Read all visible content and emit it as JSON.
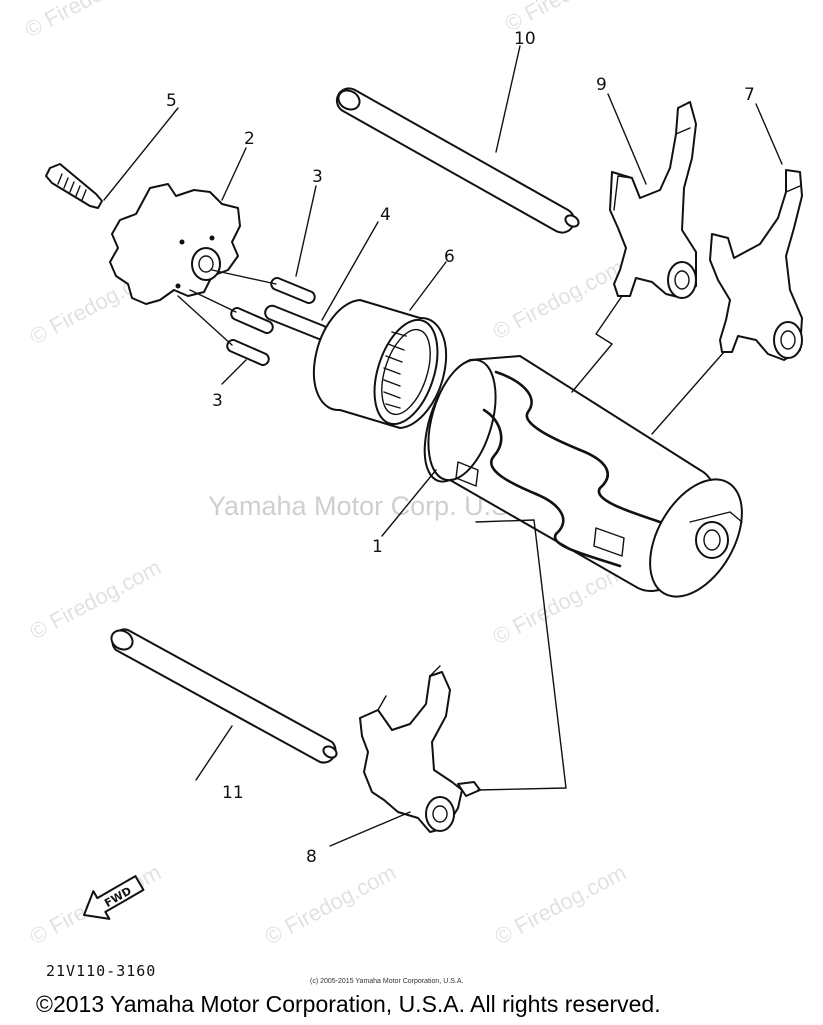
{
  "watermarks": {
    "top_left": "© Firedog.com",
    "top_right": "© Firedog.com",
    "left_mid": "© Firedog.com",
    "right_mid": "© Firedog.com",
    "center": "Yamaha Motor Corp. U.S.A.",
    "lower_left": "© Firedog.com",
    "lower_right": "© Firedog.com",
    "bottom_left": "© Firedog.com",
    "bottom_mid": "© Firedog.com",
    "bottom_right": "© Firedog.com"
  },
  "callouts": {
    "c1": "1",
    "c2": "2",
    "c3a": "3",
    "c3b": "3",
    "c4": "4",
    "c5": "5",
    "c6": "6",
    "c7": "7",
    "c8": "8",
    "c9": "9",
    "c10": "10",
    "c11": "11"
  },
  "fwd_label": "FWD",
  "part_code": "21V110-3160",
  "small_copyright": "(c) 2005-2015 Yamaha Motor Corporation, U.S.A.",
  "copyright": "©2013 Yamaha Motor Corporation, U.S.A. All rights reserved."
}
